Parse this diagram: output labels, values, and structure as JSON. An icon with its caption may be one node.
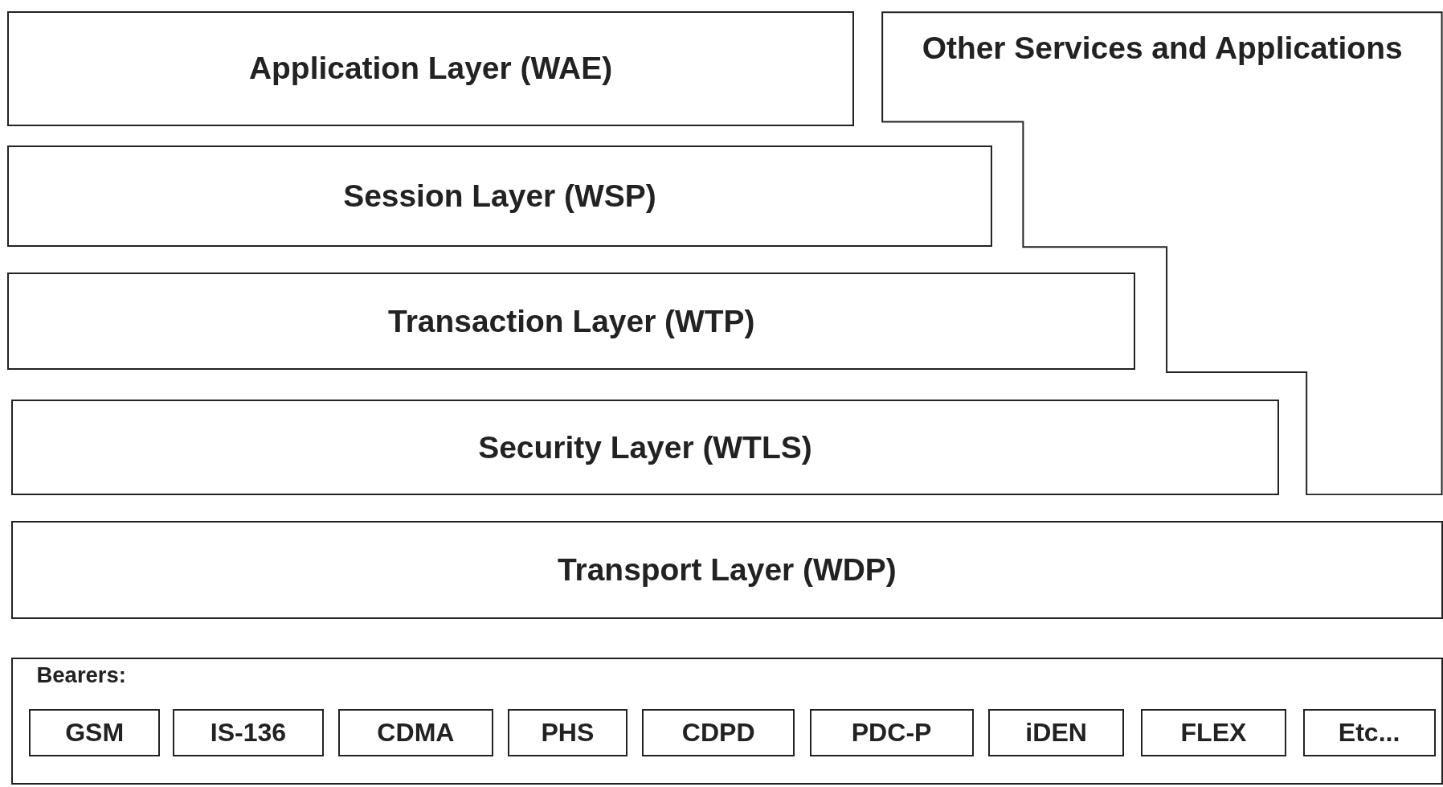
{
  "diagram": {
    "nodes": [
      {
        "text": [
          "Application Layer (WAE)"
        ]
      },
      {
        "text": [
          "Other Services and Applications"
        ]
      },
      {
        "text": [
          "Session Layer (WSP)"
        ]
      },
      {
        "text": [
          "Transaction Layer (WTP)"
        ]
      },
      {
        "text": [
          "Security Layer (WTLS)"
        ]
      },
      {
        "text": [
          "Transport Layer (WDP)"
        ]
      },
      {
        "text": [
          "Bearers:"
        ]
      },
      {
        "text": [
          "GSM"
        ],
        "in": 6
      },
      {
        "text": [
          "IS-136"
        ],
        "in": 6
      },
      {
        "text": [
          "CDMA"
        ],
        "in": 6
      },
      {
        "text": [
          "PHS"
        ],
        "in": 6
      },
      {
        "text": [
          "CDPD"
        ],
        "in": 6
      },
      {
        "text": [
          "PDC-P"
        ],
        "in": 6
      },
      {
        "text": [
          "iDEN"
        ],
        "in": 6
      },
      {
        "text": [
          "FLEX"
        ],
        "in": 6
      },
      {
        "text": [
          "Etc..."
        ],
        "in": 6
      }
    ]
  }
}
